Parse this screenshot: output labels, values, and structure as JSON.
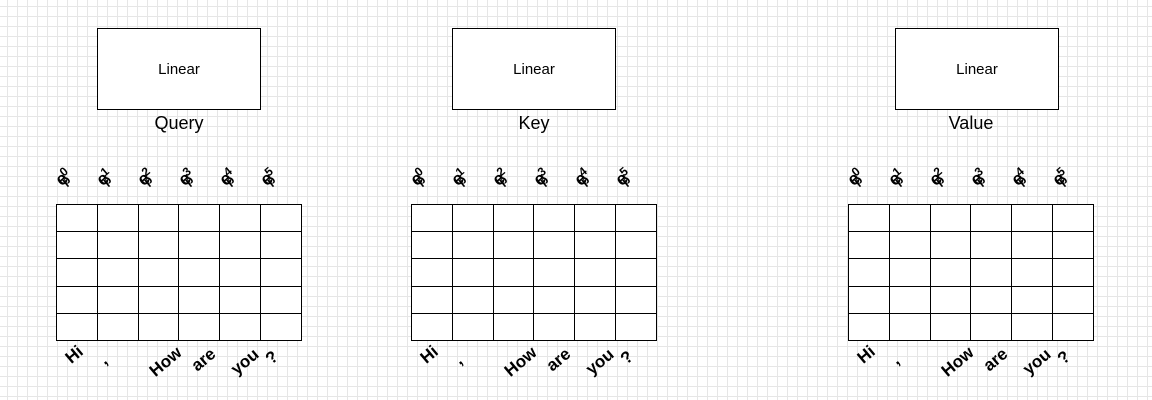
{
  "panels": [
    {
      "box_label": "Linear",
      "name": "Query",
      "pos": [
        "e",
        "e",
        "e",
        "e",
        "e",
        "e"
      ],
      "pos_idx": [
        "0",
        "1",
        "2",
        "3",
        "4",
        "5"
      ],
      "pos_sub": "p",
      "tokens": [
        "Hi",
        ",",
        "How",
        "are",
        "you",
        "?"
      ]
    },
    {
      "box_label": "Linear",
      "name": "Key",
      "pos": [
        "e",
        "e",
        "e",
        "e",
        "e",
        "e"
      ],
      "pos_idx": [
        "0",
        "1",
        "2",
        "3",
        "4",
        "5"
      ],
      "pos_sub": "p",
      "tokens": [
        "Hi",
        ",",
        "How",
        "are",
        "you",
        "?"
      ]
    },
    {
      "box_label": "Linear",
      "name": "Value",
      "pos": [
        "e",
        "e",
        "e",
        "e",
        "e",
        "e"
      ],
      "pos_idx": [
        "0",
        "1",
        "2",
        "3",
        "4",
        "5"
      ],
      "pos_sub": "p",
      "tokens": [
        "Hi",
        ",",
        "How",
        "are",
        "you",
        "?"
      ]
    }
  ],
  "grid": {
    "rows": 5,
    "cols": 6
  }
}
